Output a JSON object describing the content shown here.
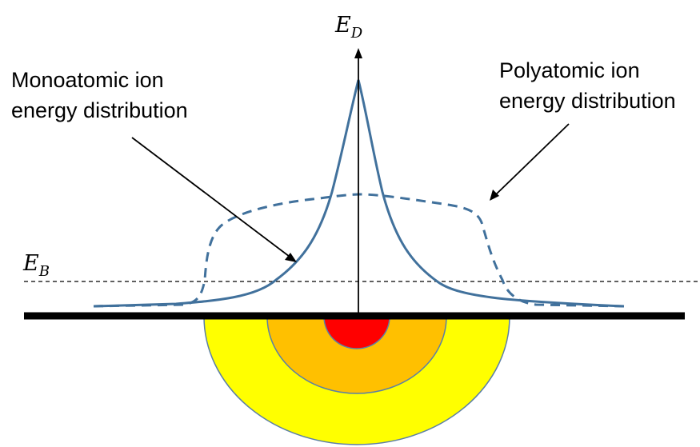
{
  "labels": {
    "ed_main": "E",
    "ed_sub": "D",
    "eb_main": "E",
    "eb_sub": "B",
    "mono_line1": "Monoatomic ion",
    "mono_line2": "energy distribution",
    "poly_line1": "Polyatomic ion",
    "poly_line2": "energy distribution"
  },
  "colors": {
    "curve": "#41719c",
    "inner_core": "#ff0000",
    "middle_ring": "#ffc000",
    "outer_ring": "#ffff00",
    "ring_outline": "#5b7fa6",
    "baseline": "#000000"
  }
}
